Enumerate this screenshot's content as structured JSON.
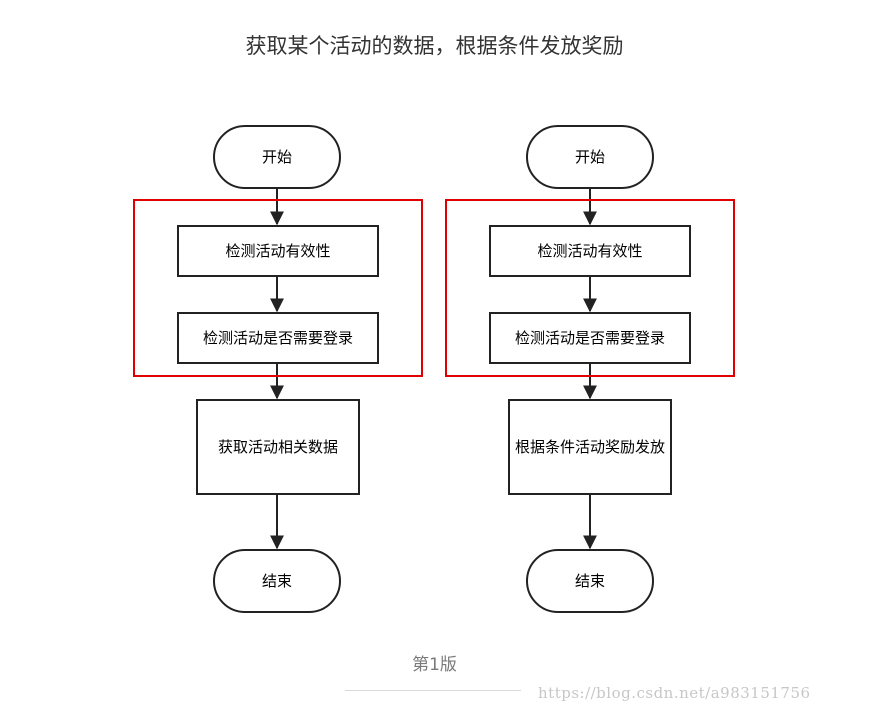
{
  "title": "获取某个活动的数据，根据条件发放奖励",
  "caption": "第1版",
  "watermark": "https://blog.csdn.net/a983151756",
  "colors": {
    "highlight": "#e00000",
    "stroke": "#222222"
  },
  "flows": [
    {
      "start": "开始",
      "check_valid": "检测活动有效性",
      "check_login": "检测活动是否需要登录",
      "action": "获取活动相关数据",
      "end": "结束"
    },
    {
      "start": "开始",
      "check_valid": "检测活动有效性",
      "check_login": "检测活动是否需要登录",
      "action": "根据条件活动奖励发放",
      "end": "结束"
    }
  ]
}
